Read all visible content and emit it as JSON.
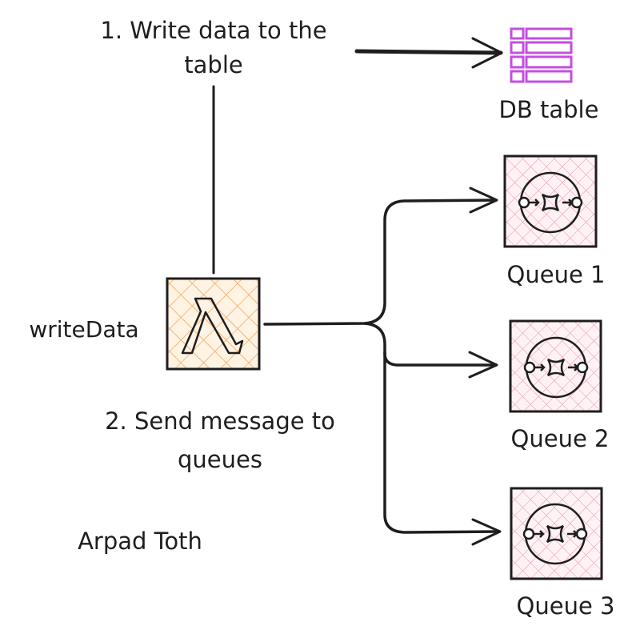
{
  "steps": {
    "step1_line1": "1. Write data to the",
    "step1_line2": "table",
    "step2_line1": "2. Send message to",
    "step2_line2": "queues"
  },
  "nodes": {
    "lambda_label": "writeData",
    "db_label": "DB table",
    "queue1_label": "Queue 1",
    "queue2_label": "Queue 2",
    "queue3_label": "Queue 3"
  },
  "author": "Arpad Toth",
  "icons": {
    "lambda": "lambda-icon",
    "db": "db-table-icon",
    "queue": "queue-icon"
  },
  "colors": {
    "lambda_fill": "#ffd8a8",
    "lambda_hatch": "#f59f4a",
    "queue_fill": "#fde8ee",
    "queue_hatch": "#e88aa6",
    "db_color": "#c34fe0",
    "stroke": "#1e1e1e"
  }
}
